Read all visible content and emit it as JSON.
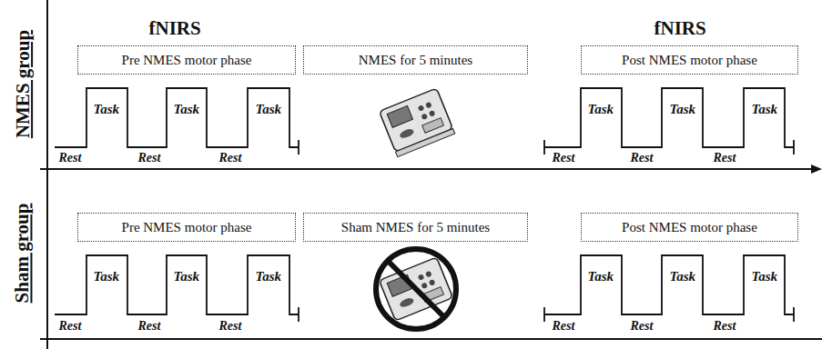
{
  "diagram": {
    "nodes": [
      {
        "text": [
          "Pre NMES motor phase"
        ]
      },
      {
        "text": [
          "NMES for 5 minutes"
        ]
      },
      {
        "text": [
          "Post NMES motor phase"
        ]
      },
      {
        "text": [
          "Pre NMES motor phase"
        ]
      },
      {
        "text": [
          "Sham NMES for 5 minutes"
        ]
      },
      {
        "text": [
          "Post NMES motor phase"
        ]
      }
    ],
    "labels": [
      "NMES group",
      "fNIRS",
      "fNIRS",
      "Task",
      "Task",
      "Task",
      "Task",
      "Task",
      "Task",
      "Rest",
      "Rest",
      "Rest",
      "Rest",
      "Rest",
      "Rest",
      "Sham group",
      "Task",
      "Task",
      "Task",
      "Task",
      "Task",
      "Task",
      "Rest",
      "Rest",
      "Rest",
      "Rest",
      "Rest",
      "Rest"
    ]
  }
}
